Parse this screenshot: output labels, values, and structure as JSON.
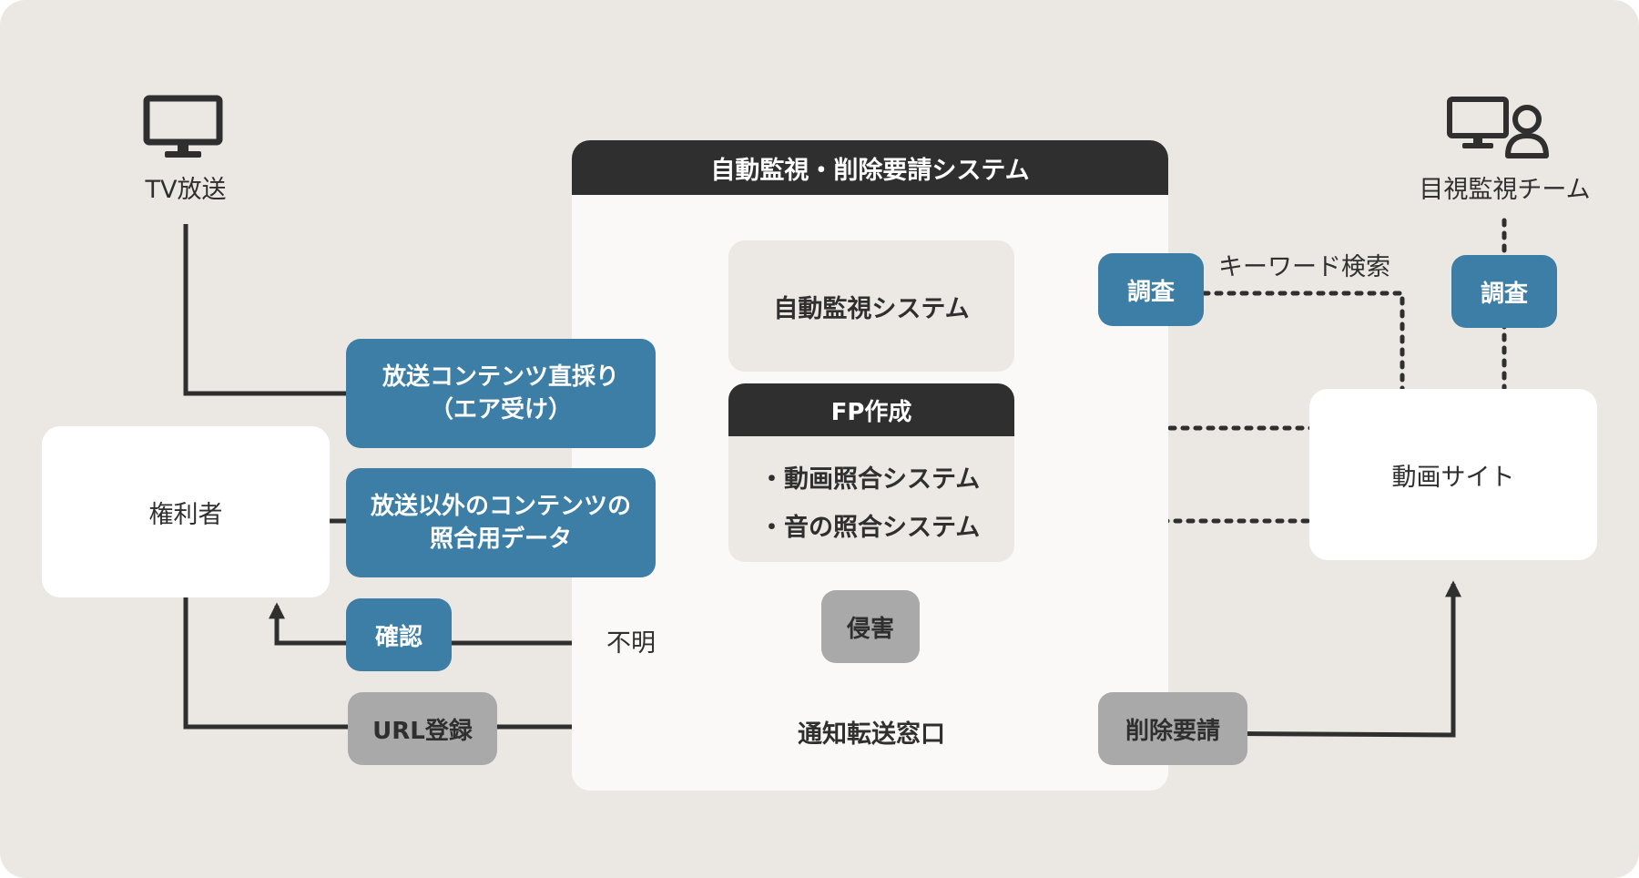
{
  "tv": {
    "label": "TV放送"
  },
  "team": {
    "label": "目視監視チーム"
  },
  "system": {
    "title": "自動監視・削除要請システム",
    "auto_monitor": "自動監視システム",
    "fp_title": "FP作成",
    "fp_item1": "・動画照合システム",
    "fp_item2": "・音の照合システム",
    "notify": "通知転送窓口"
  },
  "rights_holder": "権利者",
  "video_site": "動画サイト",
  "tags": {
    "broadcast_line1": "放送コンテンツ直採り",
    "broadcast_line2": "（エア受け）",
    "other_line1": "放送以外のコンテンツの",
    "other_line2": "照合用データ",
    "confirm": "確認",
    "unknown": "不明",
    "infringe": "侵害",
    "url_register": "URL登録",
    "delete_request": "削除要請",
    "investigate": "調査",
    "investigate2": "調査",
    "keyword_search": "キーワード検索"
  },
  "colors": {
    "blue": "#3c7ea6",
    "grey": "#a9a9a9",
    "dark": "#2f2f2f",
    "background": "#ebe8e4"
  }
}
